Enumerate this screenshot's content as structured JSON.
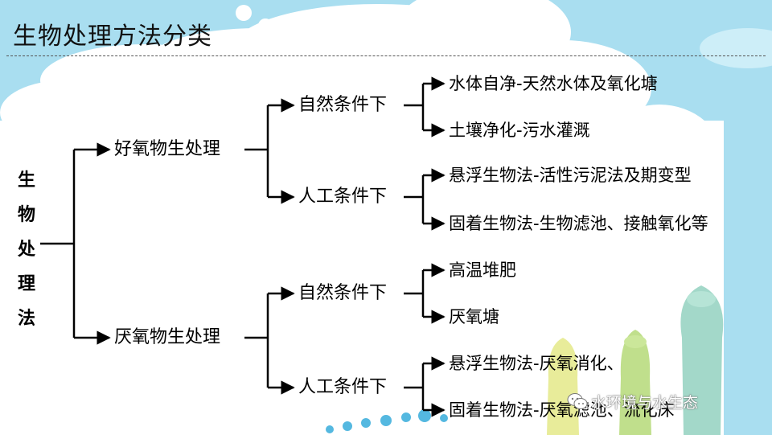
{
  "title": "生物处理方法分类",
  "root": {
    "chars": [
      "生",
      "物",
      "处",
      "理",
      "法"
    ]
  },
  "level1": [
    {
      "label": "好氧物生处理"
    },
    {
      "label": "厌氧物生处理"
    }
  ],
  "level2": [
    {
      "label": "自然条件下"
    },
    {
      "label": "人工条件下"
    },
    {
      "label": "自然条件下"
    },
    {
      "label": "人工条件下"
    }
  ],
  "level3": [
    {
      "label": "水体自净-天然水体及氧化塘"
    },
    {
      "label": "土壤净化-污水灌溉"
    },
    {
      "label": "悬浮生物法-活性污泥法及期变型"
    },
    {
      "label": "固着生物法-生物滤池、接触氧化等"
    },
    {
      "label": "高温堆肥"
    },
    {
      "label": "厌氧塘"
    },
    {
      "label": "悬浮生物法-厌氧消化、"
    },
    {
      "label": "固着生物法-厌氧滤池、流化床"
    }
  ],
  "watermark": {
    "text": "水环境与水生态",
    "icon": "wechat-icon"
  },
  "colors": {
    "sky": "#a9def0",
    "cloud": "#ffffff",
    "line": "#000000"
  }
}
